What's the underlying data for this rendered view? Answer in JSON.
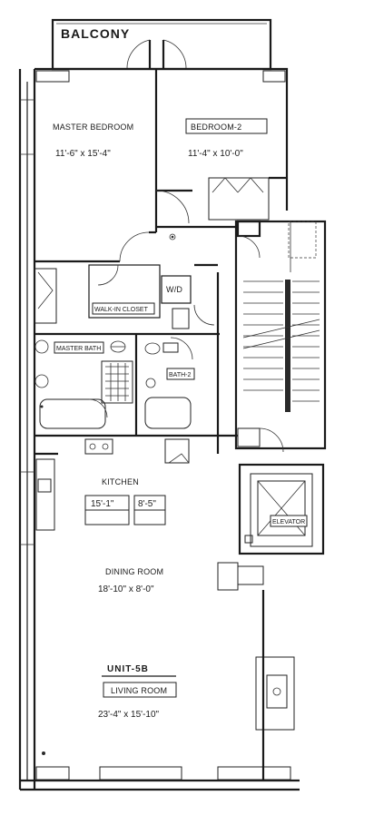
{
  "plan": {
    "unit_label": "UNIT-5B",
    "rooms": {
      "balcony": {
        "name": "BALCONY"
      },
      "master_bedroom": {
        "name": "MASTER BEDROOM",
        "dims": "11'-6\" x 15'-4\""
      },
      "bedroom_2": {
        "name": "BEDROOM-2",
        "dims": "11'-4\" x 10'-0\""
      },
      "walk_in_closet": {
        "name": "WALK-IN CLOSET"
      },
      "washer_dryer": {
        "name": "W/D"
      },
      "master_bath": {
        "name": "MASTER BATH"
      },
      "bath_2": {
        "name": "BATH-2"
      },
      "kitchen": {
        "name": "KITCHEN",
        "dim_a": "15'-1\"",
        "dim_b": "8'-5\""
      },
      "dining_room": {
        "name": "DINING ROOM",
        "dims": "18'-10\" x 8'-0\""
      },
      "living_room": {
        "name": "LIVING ROOM",
        "dims": "23'-4\" x 15'-10\""
      },
      "elevator": {
        "name": "ELEVATOR"
      }
    }
  }
}
